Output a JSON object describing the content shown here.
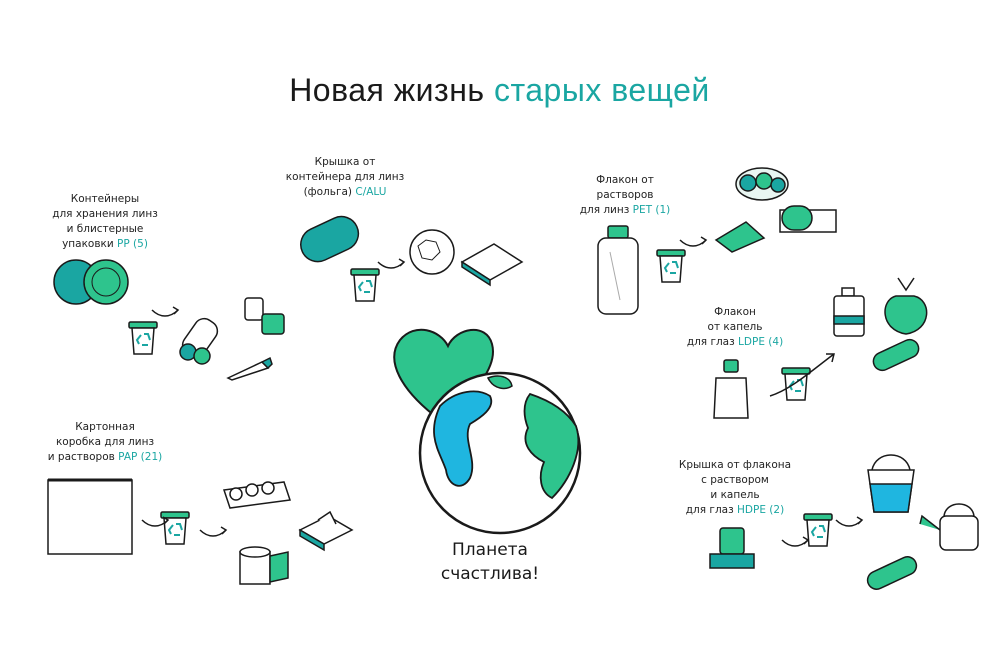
{
  "title": {
    "main": "Новая жизнь",
    "accent": "старых вещей"
  },
  "colors": {
    "accent": "#1aa6a2",
    "green": "#2ec48d",
    "blue": "#1fb6e0",
    "dark": "#1a1a1a"
  },
  "items": [
    {
      "line1": "Контейнеры",
      "line2": "для хранения линз",
      "line3": "и блистерные",
      "line4": "упаковки",
      "code": "PP (5)"
    },
    {
      "line1": "Крышка от",
      "line2": "контейнера для линз",
      "line3": "(фольга)",
      "code": "C/ALU"
    },
    {
      "line1": "Флакон от",
      "line2": "растворов",
      "line3": "для линз",
      "code": "PET (1)"
    },
    {
      "line1": "Флакон",
      "line2": "от капель",
      "line3": "для глаз",
      "code": "LDPE (4)"
    },
    {
      "line1": "Картонная",
      "line2": "коробка для линз",
      "line3": "и растворов",
      "code": "PAP (21)"
    },
    {
      "line1": "Крышка от флакона",
      "line2": "с раствором",
      "line3": "и капель",
      "line4": "для глаз",
      "code": "HDPE (2)"
    }
  ],
  "slogan": {
    "line1": "Планета",
    "line2": "счастлива!"
  },
  "icons": [
    "recycle-bin-icon",
    "heart-icon",
    "earth-icon",
    "arrow-icon"
  ]
}
